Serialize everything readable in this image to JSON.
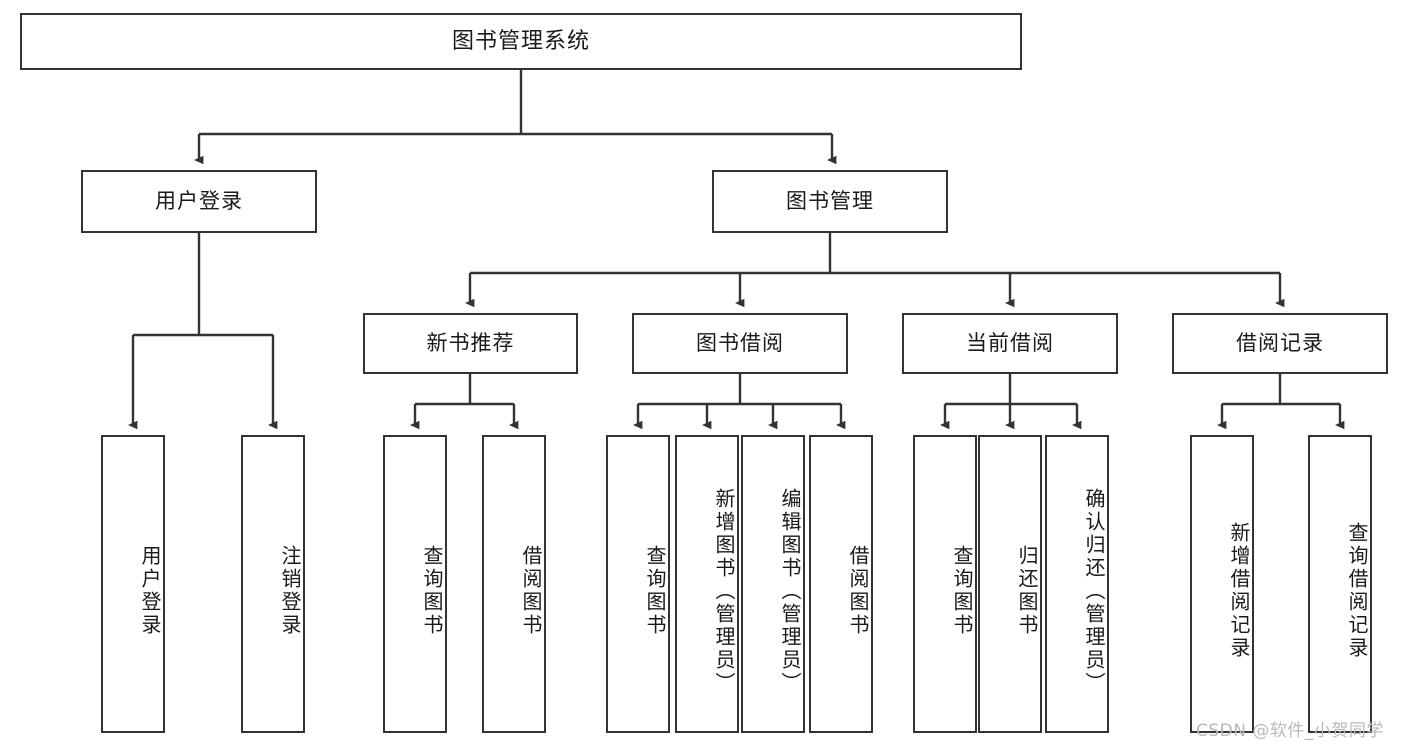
{
  "diagram": {
    "type": "tree-hierarchy",
    "title": "图书管理系统",
    "root": {
      "label": "图书管理系统"
    },
    "level2": [
      {
        "id": "user-login",
        "label": "用户登录"
      },
      {
        "id": "book-manage",
        "label": "图书管理"
      }
    ],
    "level3": [
      {
        "id": "new-book-recommend",
        "label": "新书推荐"
      },
      {
        "id": "book-borrow",
        "label": "图书借阅"
      },
      {
        "id": "current-borrow",
        "label": "当前借阅"
      },
      {
        "id": "borrow-record",
        "label": "借阅记录"
      }
    ],
    "leaves": {
      "user_login": [
        {
          "id": "leaf-user-login",
          "label": "用户登录"
        },
        {
          "id": "leaf-logout-login",
          "label": "注销登录"
        }
      ],
      "new_book_recommend": [
        {
          "id": "leaf-query-book-1",
          "label": "查询图书"
        },
        {
          "id": "leaf-borrow-book-1",
          "label": "借阅图书"
        }
      ],
      "book_borrow": [
        {
          "id": "leaf-query-book-2",
          "label": "查询图书"
        },
        {
          "id": "leaf-add-book-admin",
          "label": "新增图书（管理员）"
        },
        {
          "id": "leaf-edit-book-admin",
          "label": "编辑图书（管理员）"
        },
        {
          "id": "leaf-borrow-book-2",
          "label": "借阅图书"
        }
      ],
      "current_borrow": [
        {
          "id": "leaf-query-book-3",
          "label": "查询图书"
        },
        {
          "id": "leaf-return-book",
          "label": "归还图书"
        },
        {
          "id": "leaf-confirm-return-admin",
          "label": "确认归还（管理员）"
        }
      ],
      "borrow_record": [
        {
          "id": "leaf-add-borrow-record",
          "label": "新增借阅记录"
        },
        {
          "id": "leaf-query-borrow-record",
          "label": "查询借阅记录"
        }
      ]
    },
    "watermark": "CSDN @软件_小贺同学",
    "colors": {
      "box_border": "#333333",
      "box_fill": "#ffffff",
      "connector": "#333333",
      "text": "#1a1a1a",
      "watermark": "#b9b9b9",
      "background": "#ffffff"
    }
  }
}
